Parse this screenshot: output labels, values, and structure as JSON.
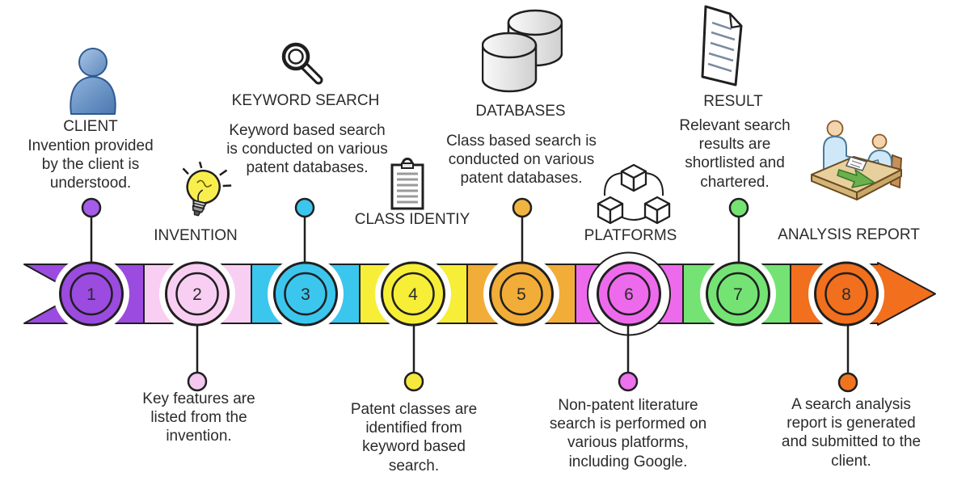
{
  "diagram": {
    "type": "process-timeline",
    "direction": "left-to-right",
    "outline_color": "#1f1f1f",
    "background_color": "#ffffff",
    "text_color": "#2b2b2b"
  },
  "steps": [
    {
      "number": "1",
      "label": "CLIENT",
      "description": "Invention provided by the client is understood.",
      "color": "#9b4be0",
      "dot_color": "#a55ce8",
      "icon": "person-icon",
      "text_position": "top"
    },
    {
      "number": "2",
      "label": "INVENTION",
      "description": "Key features are listed from the invention.",
      "color": "#f8cff2",
      "dot_color": "#f3c7ef",
      "icon": "lightbulb-icon",
      "text_position": "bottom"
    },
    {
      "number": "3",
      "label": "KEYWORD SEARCH",
      "description": "Keyword based search is conducted on various patent databases.",
      "color": "#3bc6ee",
      "dot_color": "#3bc6ee",
      "icon": "magnifier-icon",
      "text_position": "top"
    },
    {
      "number": "4",
      "label": "CLASS IDENTIY",
      "description": "Patent classes are identified from keyword based search.",
      "color": "#f7ee38",
      "dot_color": "#f5e93e",
      "icon": "clipboard-icon",
      "text_position": "bottom"
    },
    {
      "number": "5",
      "label": "DATABASES",
      "description": "Class based search is conducted on various patent databases.",
      "color": "#f2ad38",
      "dot_color": "#f0b440",
      "icon": "databases-icon",
      "text_position": "top"
    },
    {
      "number": "6",
      "label": "PLATFORMS",
      "description": "Non-patent literature search is performed on various platforms, including Google.",
      "color": "#ee6aec",
      "dot_color": "#ee72ee",
      "icon": "cubes-icon",
      "text_position": "bottom"
    },
    {
      "number": "7",
      "label": "RESULT",
      "description": "Relevant search results are shortlisted and chartered.",
      "color": "#74e374",
      "dot_color": "#74e374",
      "icon": "document-icon",
      "text_position": "top"
    },
    {
      "number": "8",
      "label": "ANALYSIS REPORT",
      "description": "A search analysis report is generated and submitted to the client.",
      "color": "#f26f1d",
      "dot_color": "#f0741f",
      "icon": "meeting-icon",
      "text_position": "bottom"
    }
  ]
}
